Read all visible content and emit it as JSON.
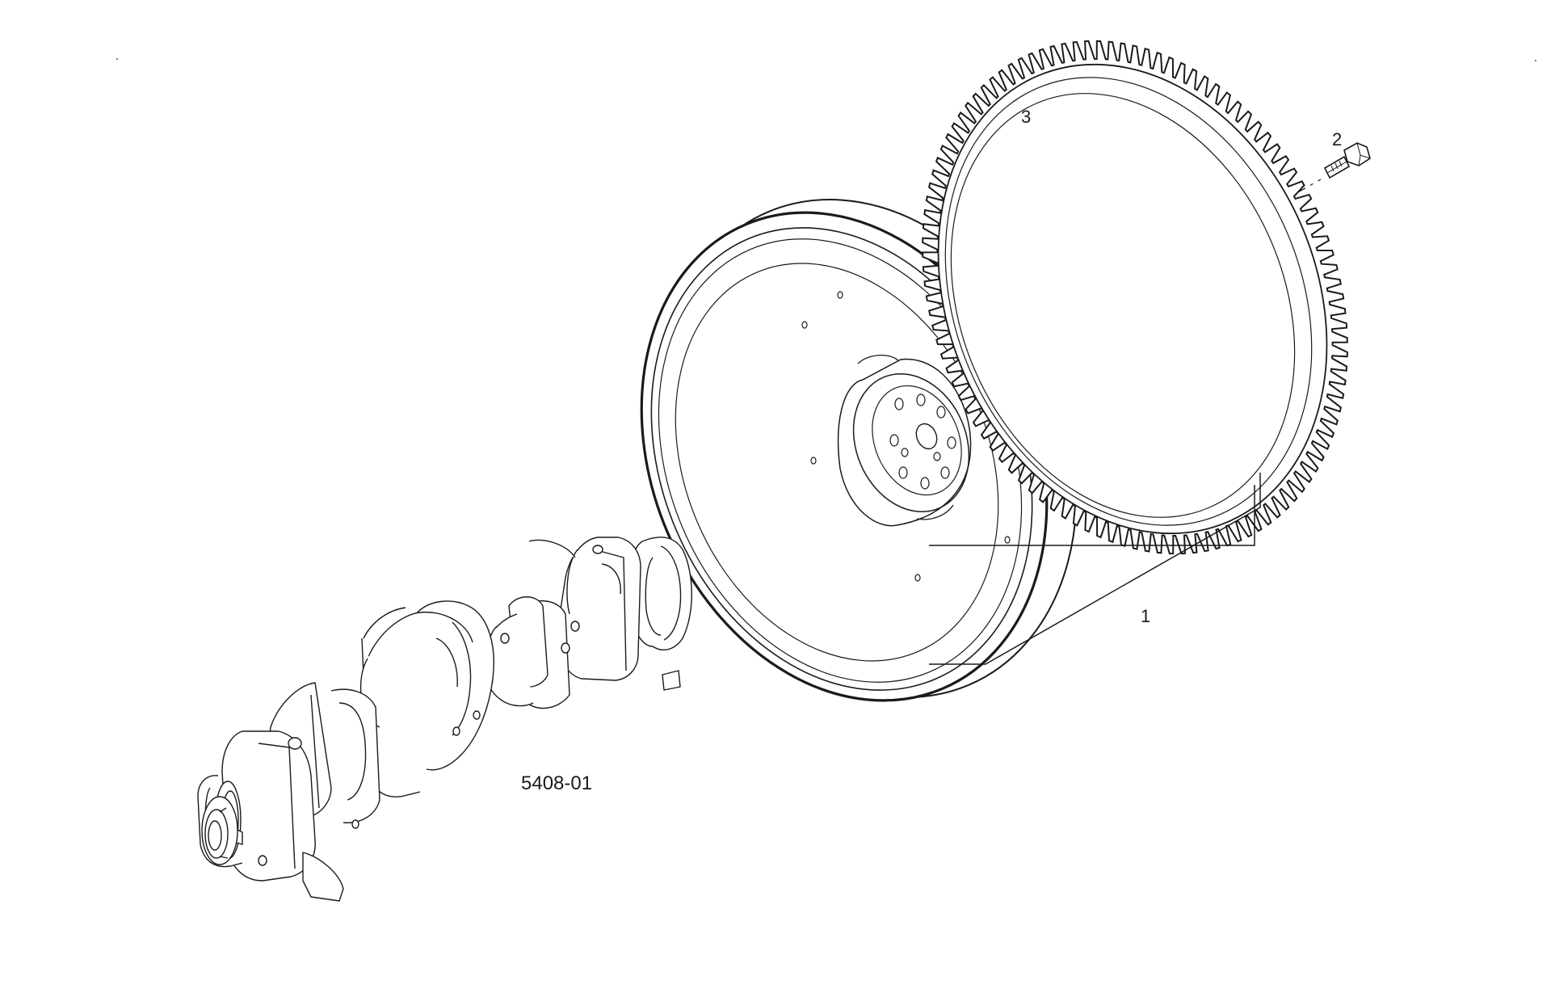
{
  "diagram": {
    "figure_code": "5408-01",
    "callouts": [
      {
        "id": "flywheel-assembly",
        "text": "1"
      },
      {
        "id": "bolt",
        "text": "2"
      },
      {
        "id": "ring-gear",
        "text": "3"
      }
    ],
    "ring_gear_teeth": 110,
    "colors": {
      "line": "#1a1a1a",
      "background": "#ffffff"
    }
  }
}
